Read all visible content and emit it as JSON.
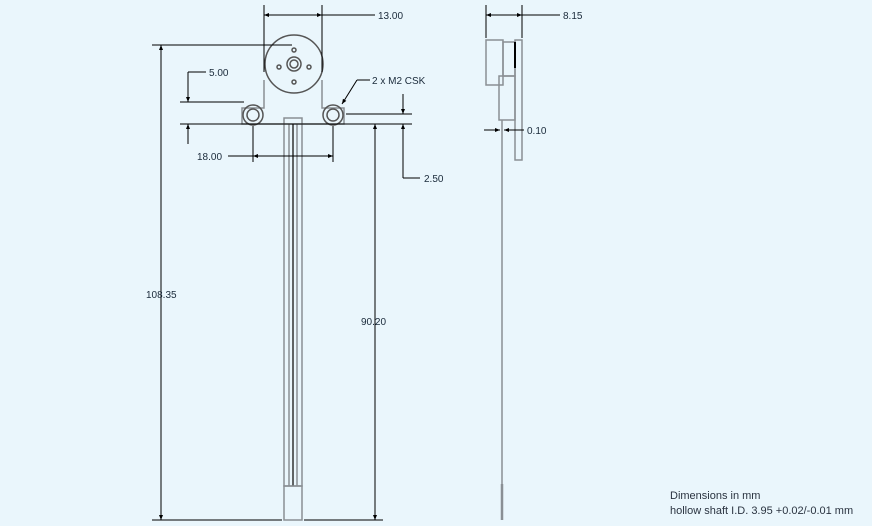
{
  "drawing": {
    "dimensions": {
      "motor_width": "13.00",
      "side_depth": "8.15",
      "ear_height": "5.00",
      "screw_note": "2 x M2 CSK",
      "hole_spacing": "18.00",
      "base_offset": "2.50",
      "overall_length": "108.35",
      "cable_length": "90.20",
      "shaft_offset": "0.10"
    },
    "notes": {
      "units": "Dimensions in mm",
      "shaft": "hollow shaft I.D.  3.95 +0.02/-0.01 mm"
    }
  },
  "colors": {
    "background": "#eaf6fc",
    "line": "#000000",
    "part": "#8a8f94"
  }
}
